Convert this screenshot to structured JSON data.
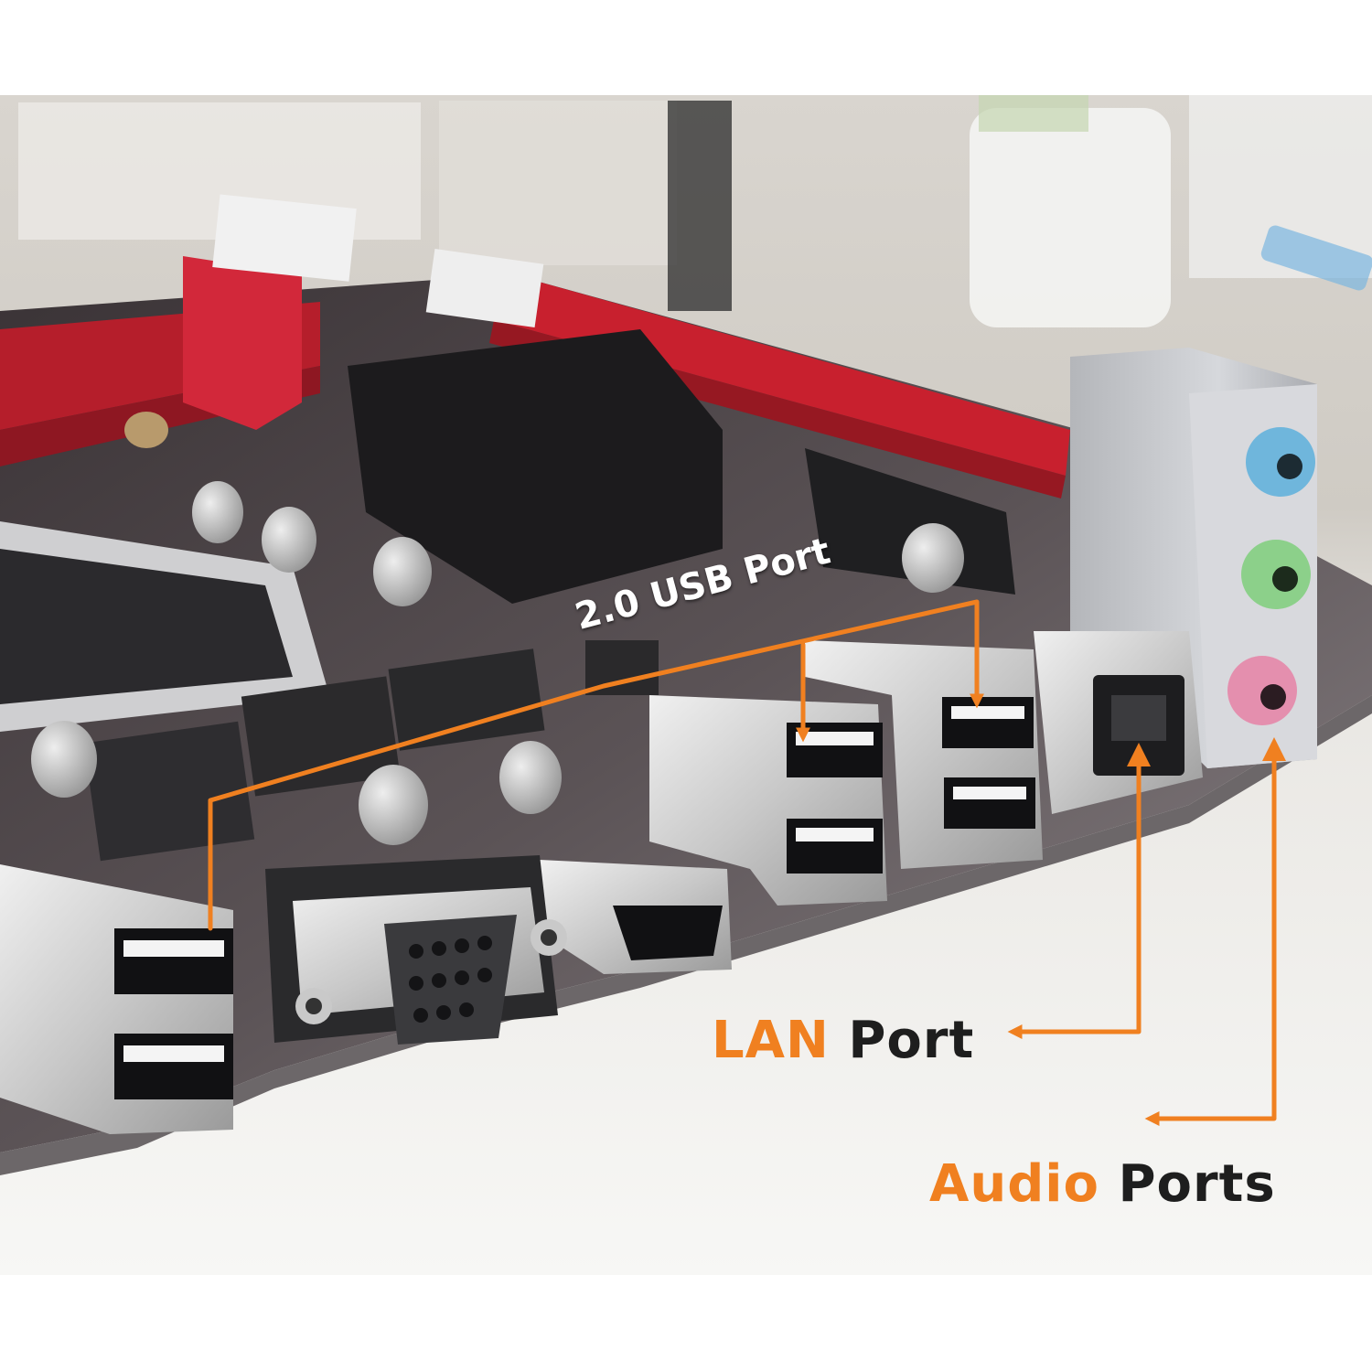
{
  "callouts": {
    "usb": "2.0 USB Port",
    "lan": {
      "accent": "LAN",
      "rest": " Port"
    },
    "audio": {
      "accent": "Audio",
      "rest": " Ports"
    }
  },
  "colors": {
    "accent": "#f08020",
    "text_dark": "#1e1e1e",
    "board_red": "#c8202e",
    "audio_blue": "#6fb6dc",
    "audio_green": "#8cd08a",
    "audio_pink": "#e48fae"
  }
}
